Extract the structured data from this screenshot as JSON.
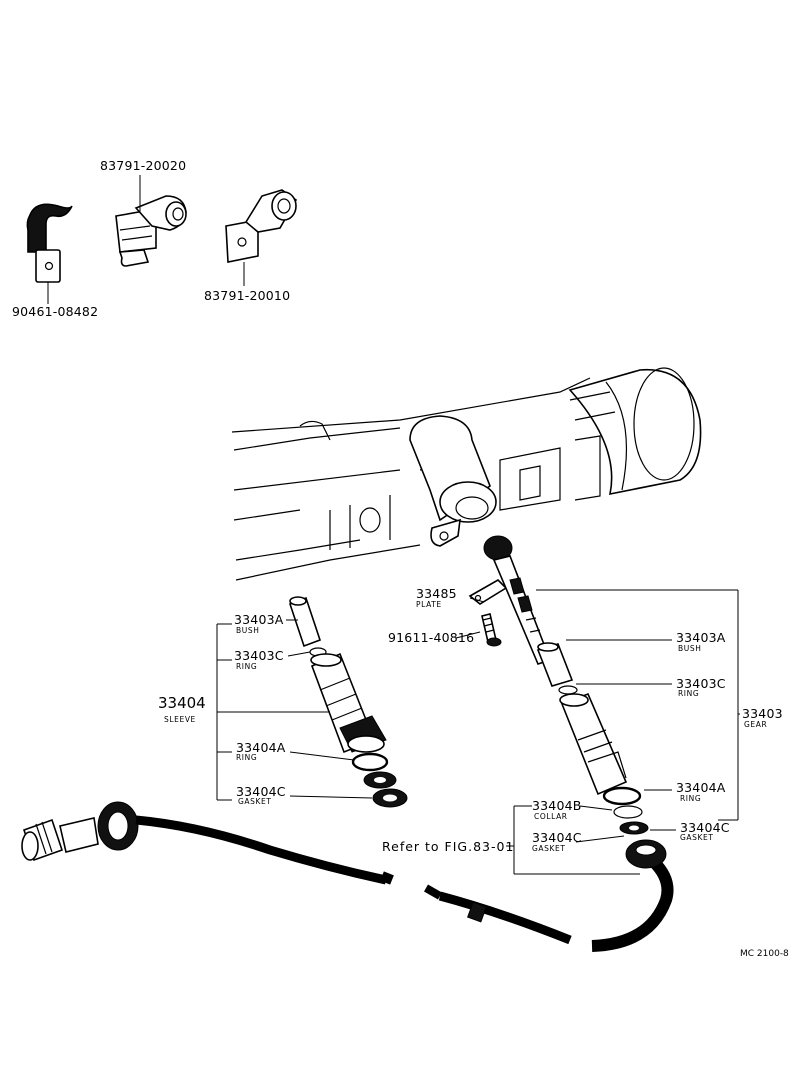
{
  "clips": {
    "clip_90461": "90461-08482",
    "bracket_83791_20020": "83791-20020",
    "bracket_83791_20010": "83791-20010"
  },
  "left_group": {
    "sleeve_number": "33404",
    "sleeve_name": "SLEEVE",
    "bush_number": "33403A",
    "bush_name": "BUSH",
    "ring_c_number": "33403C",
    "ring_c_name": "RING",
    "ring_a_number": "33404A",
    "ring_a_name": "RING",
    "gasket_number": "33404C",
    "gasket_name": "GASKET"
  },
  "right_group": {
    "plate_number": "33485",
    "plate_name": "PLATE",
    "bolt_number": "91611-40816",
    "gear_number": "33403",
    "gear_name": "GEAR",
    "bush_number": "33403A",
    "bush_name": "BUSH",
    "ring_c_number": "33403C",
    "ring_c_name": "RING",
    "ring_a_number": "33404A",
    "ring_a_name": "RING",
    "gasket_number": "33404C",
    "gasket_name": "GASKET"
  },
  "cable_group": {
    "collar_number": "33404B",
    "collar_name": "COLLAR",
    "gasket_number": "33404C",
    "gasket_name": "GASKET",
    "refer_text": "Refer  to  FIG.83-01"
  },
  "footer": {
    "code": "MC 2100-8"
  }
}
